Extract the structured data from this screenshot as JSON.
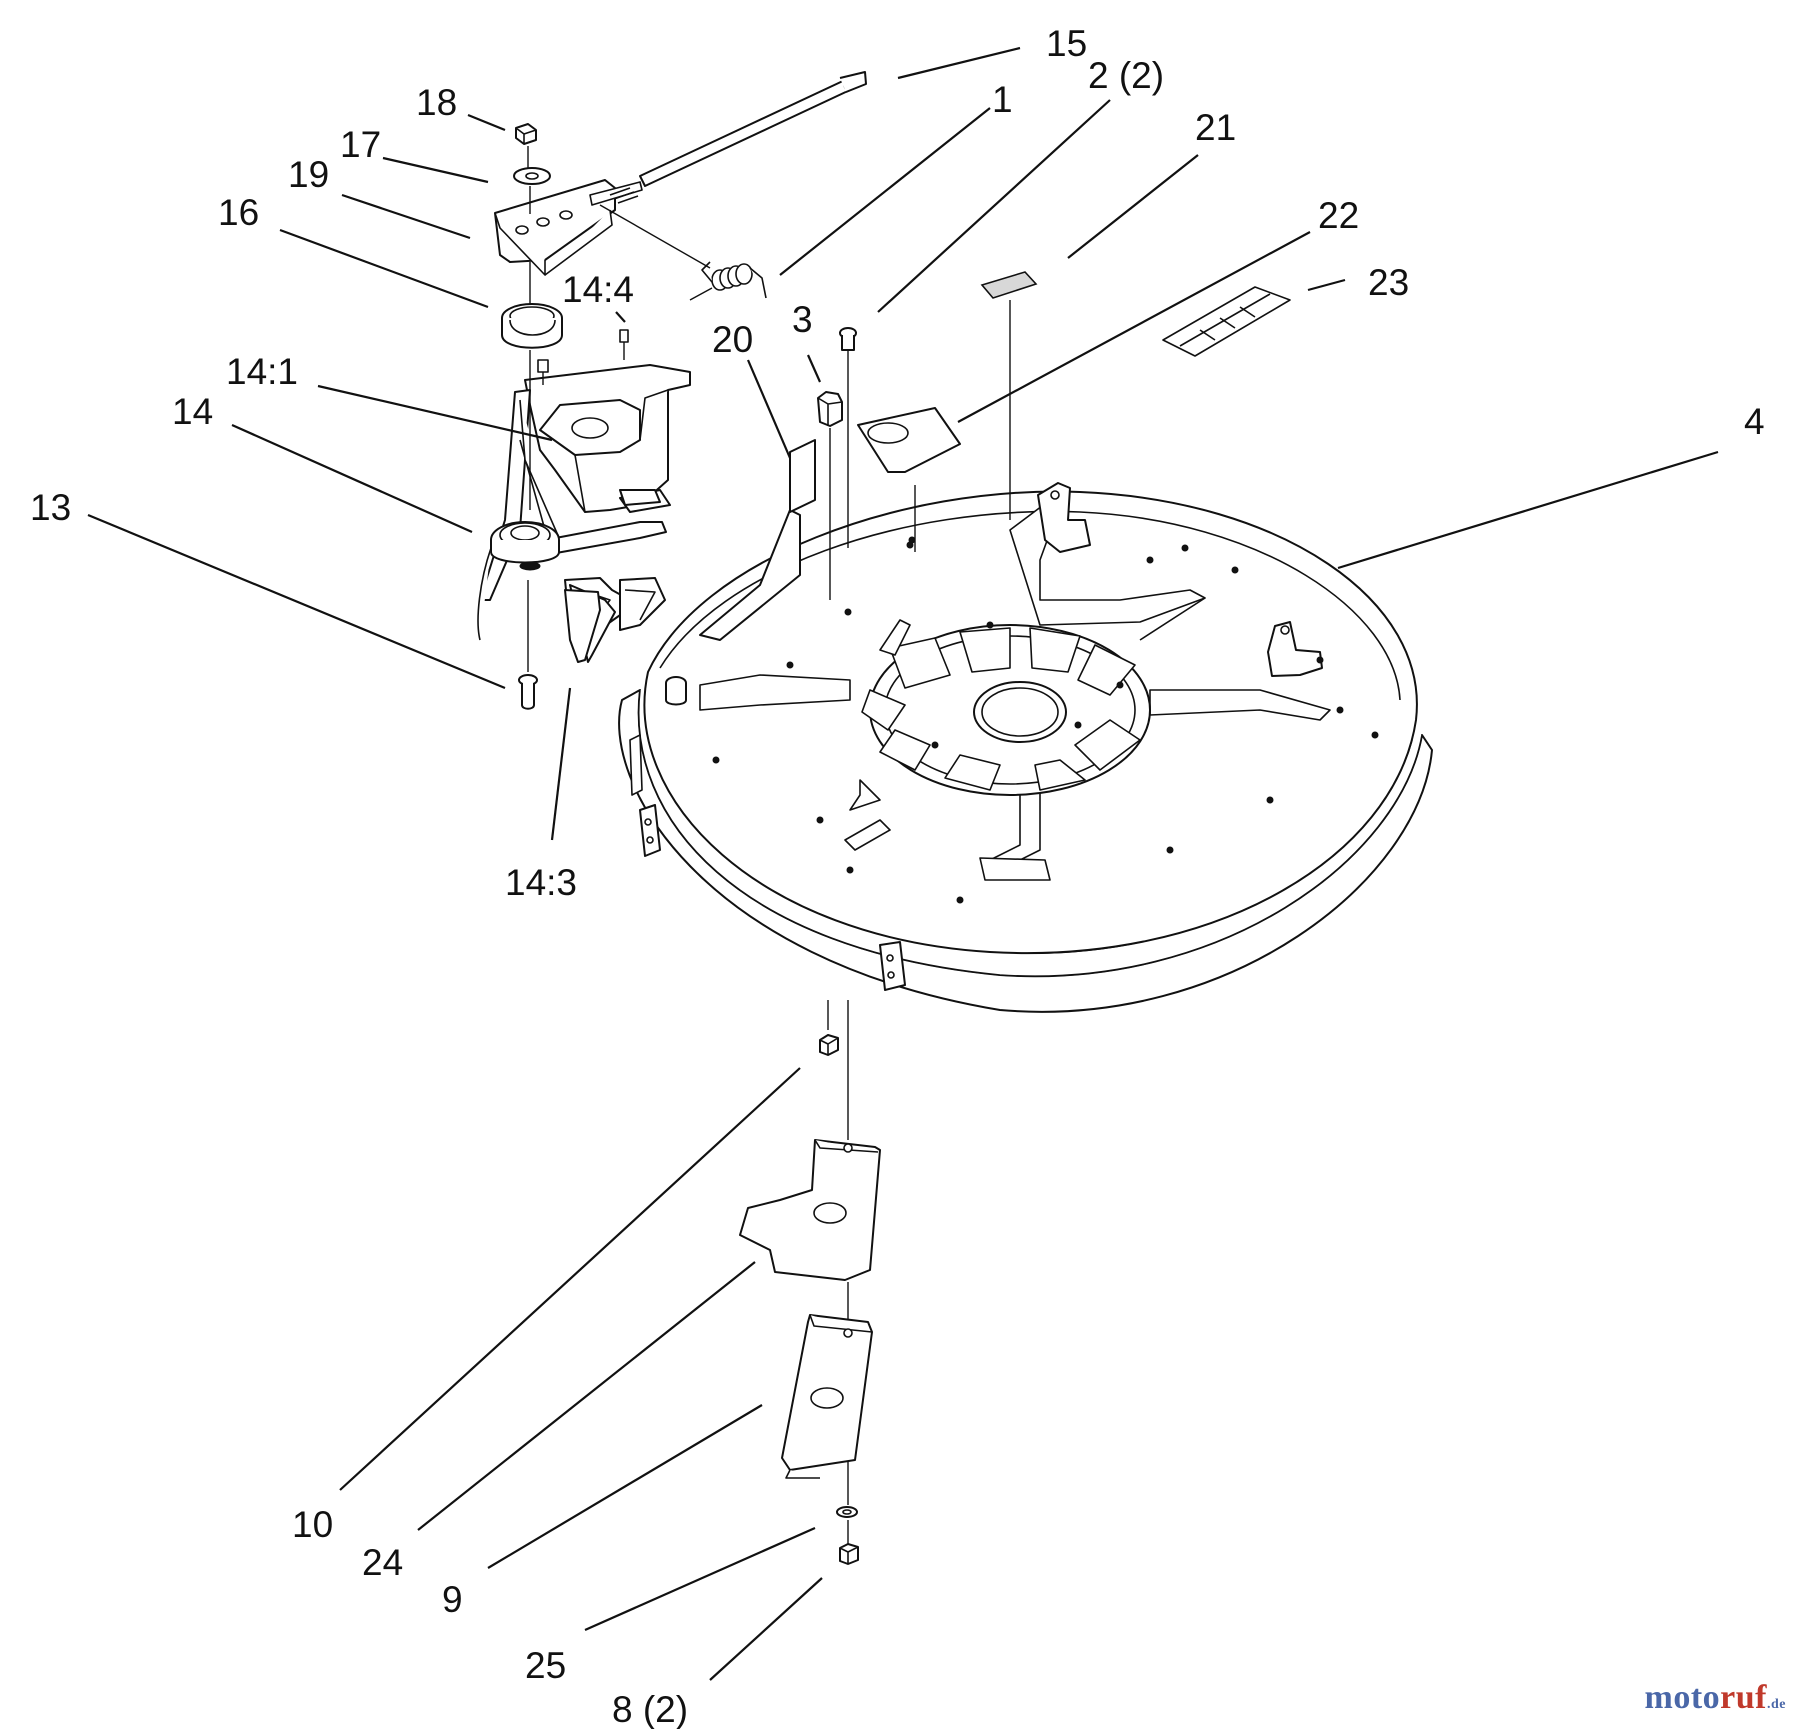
{
  "callouts": {
    "c1": "1",
    "c2": "2 (2)",
    "c3": "3",
    "c4": "4",
    "c8": "8 (2)",
    "c9": "9",
    "c10": "10",
    "c13": "13",
    "c14": "14",
    "c14_1": "14:1",
    "c14_3": "14:3",
    "c14_4": "14:4",
    "c15": "15",
    "c16": "16",
    "c17": "17",
    "c18": "18",
    "c19": "19",
    "c20": "20",
    "c21": "21",
    "c22": "22",
    "c23": "23",
    "c24": "24",
    "c25": "25"
  },
  "watermark": {
    "part_a": "moto",
    "part_b": "ruf",
    "part_c": ".de"
  }
}
